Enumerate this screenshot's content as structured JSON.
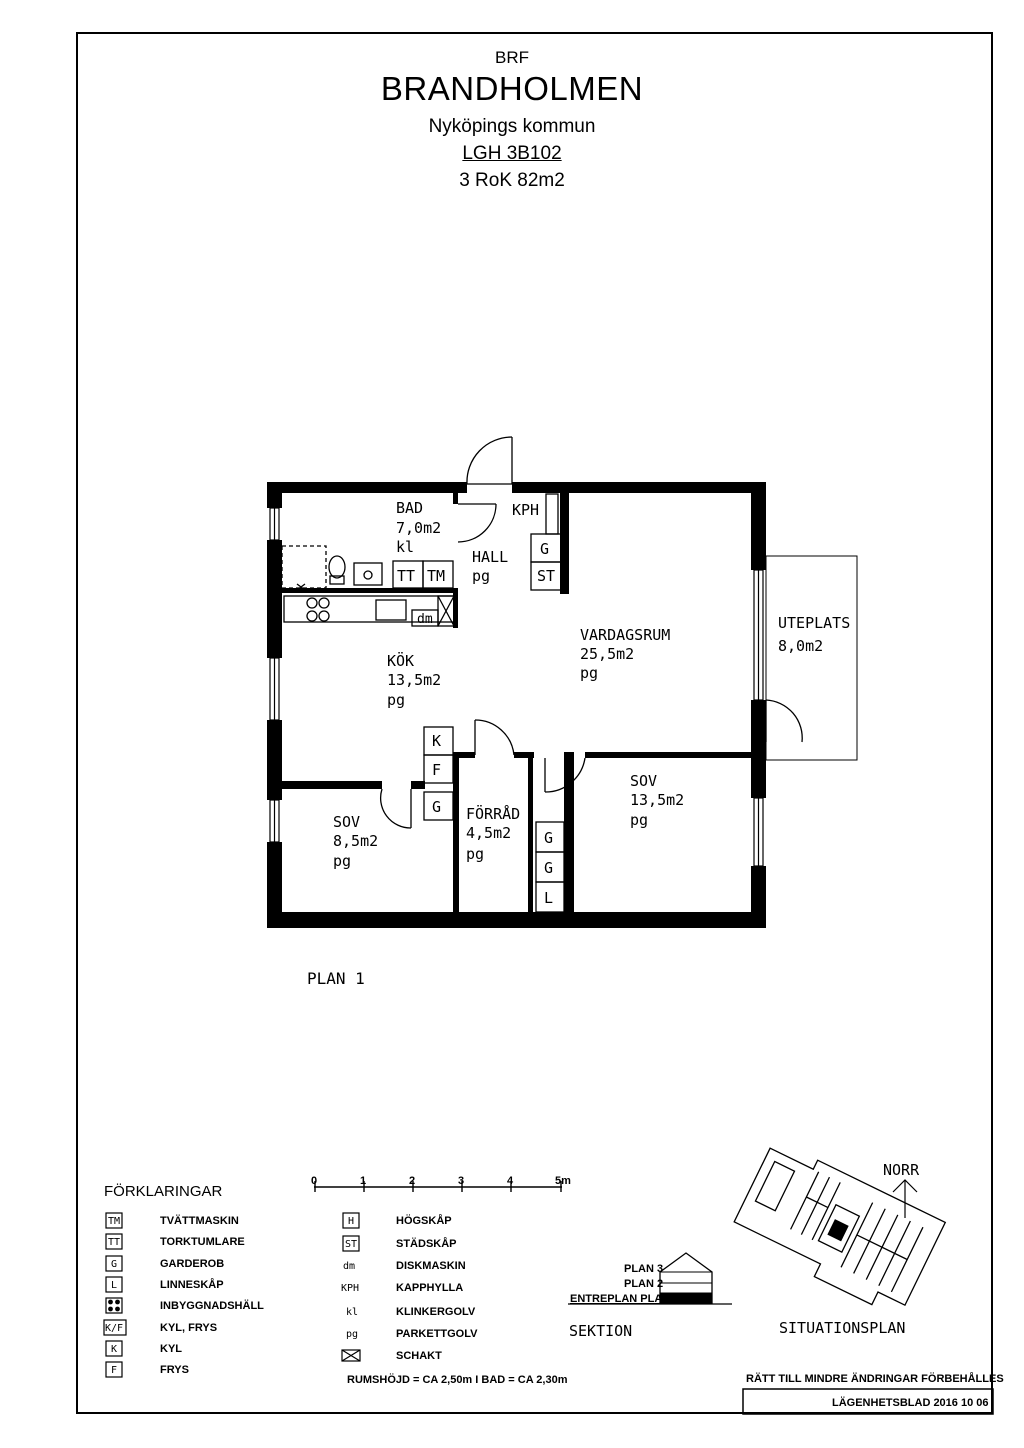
{
  "header": {
    "brf": "BRF",
    "name": "BRANDHOLMEN",
    "kommun": "Nyköpings kommun",
    "apartment": "LGH 3B102",
    "size": "3 RoK 82m2"
  },
  "rooms": {
    "bad": {
      "name": "BAD",
      "area": "7,0m2",
      "floor": "kl"
    },
    "hall": {
      "name": "HALL",
      "floor": "pg"
    },
    "kph": "KPH",
    "kok": {
      "name": "KÖK",
      "area": "13,5m2",
      "floor": "pg"
    },
    "vardagsrum": {
      "name": "VARDAGSRUM",
      "area": "25,5m2",
      "floor": "pg"
    },
    "uteplats": {
      "name": "UTEPLATS",
      "area": "8,0m2"
    },
    "sov_small": {
      "name": "SOV",
      "area": "8,5m2",
      "floor": "pg"
    },
    "forrad": {
      "name": "FÖRRÅD",
      "area": "4,5m2",
      "floor": "pg"
    },
    "sov_large": {
      "name": "SOV",
      "area": "13,5m2",
      "floor": "pg"
    }
  },
  "fixtures": {
    "tt": "TT",
    "tm": "TM",
    "dm": "dm",
    "g": "G",
    "st": "ST",
    "k": "K",
    "f": "F",
    "l": "L"
  },
  "plan_label": "PLAN 1",
  "legend": {
    "title": "FÖRKLARINGAR",
    "left": [
      {
        "symbol": "TM",
        "label": "TVÄTTMASKIN"
      },
      {
        "symbol": "TT",
        "label": "TORKTUMLARE"
      },
      {
        "symbol": "G",
        "label": "GARDEROB"
      },
      {
        "symbol": "L",
        "label": "LINNESKÅP"
      },
      {
        "symbol": "",
        "label": "INBYGGNADSHÄLL"
      },
      {
        "symbol": "K/F",
        "label": "KYL, FRYS"
      },
      {
        "symbol": "K",
        "label": "KYL"
      },
      {
        "symbol": "F",
        "label": "FRYS"
      }
    ],
    "right": [
      {
        "symbol": "H",
        "label": "HÖGSKÅP"
      },
      {
        "symbol": "ST",
        "label": "STÄDSKÅP"
      },
      {
        "symbol": "dm",
        "label": "DISKMASKIN"
      },
      {
        "symbol": "KPH",
        "label": "KAPPHYLLA"
      },
      {
        "symbol": "kl",
        "label": "KLINKERGOLV"
      },
      {
        "symbol": "pg",
        "label": "PARKETTGOLV"
      },
      {
        "symbol": "",
        "label": "SCHAKT"
      }
    ],
    "room_height": "RUMSHÖJD = CA 2,50m   I BAD = CA 2,30m"
  },
  "scale": {
    "ticks": [
      "0",
      "1",
      "2",
      "3",
      "4",
      "5m"
    ]
  },
  "sektion": {
    "title": "SEKTION",
    "levels": [
      "PLAN 3",
      "PLAN 2",
      "ENTREPLAN  PLAN 1"
    ]
  },
  "situationsplan": {
    "title": "SITUATIONSPLAN",
    "north": "NORR"
  },
  "footer": {
    "note": "RÄTT TILL MINDRE ÄNDRINGAR FÖRBEHÅLLES",
    "sheet": "LÄGENHETSBLAD 2016 10 06"
  }
}
